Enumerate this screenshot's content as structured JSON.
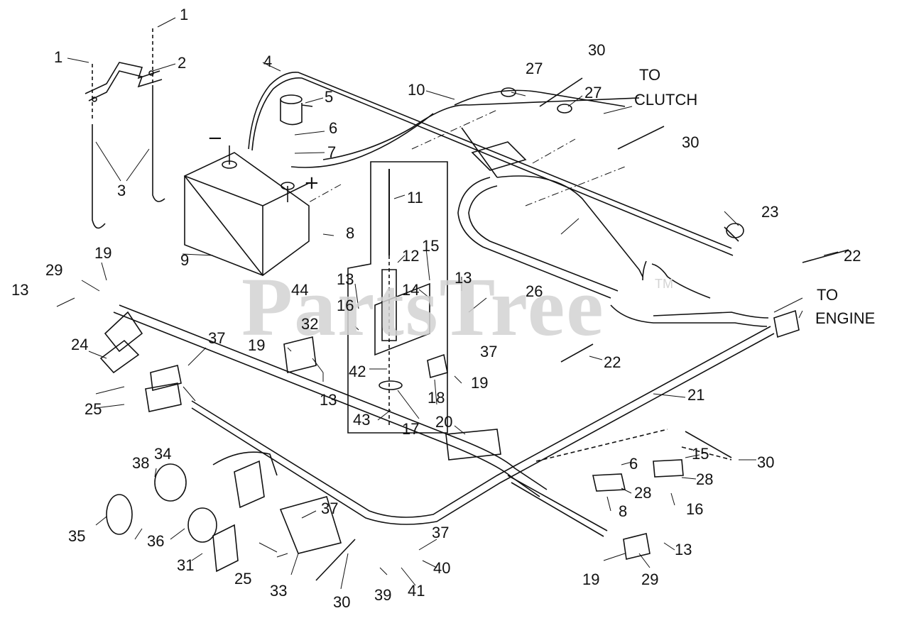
{
  "watermark": {
    "text": "PartsTree",
    "trademark": "TM"
  },
  "battery_terminals": {
    "negative": "−",
    "positive": "+"
  },
  "callouts": {
    "to_clutch": [
      "TO",
      "CLUTCH"
    ],
    "to_engine": [
      "TO",
      "ENGINE"
    ]
  },
  "part_numbers": {
    "p1a": "1",
    "p1b": "1",
    "p2": "2",
    "p3": "3",
    "p4": "4",
    "p5": "5",
    "p6a": "6",
    "p7": "7",
    "p8a": "8",
    "p9": "9",
    "p10": "10",
    "p11": "11",
    "p12": "12",
    "p13a": "13",
    "p13b": "13",
    "p13c": "13",
    "p13d": "13",
    "p13e": "13",
    "p14": "14",
    "p15a": "15",
    "p15b": "15",
    "p16a": "16",
    "p16b": "16",
    "p17": "17",
    "p18": "18",
    "p19a": "19",
    "p19b": "19",
    "p19c": "19",
    "p19d": "19",
    "p20": "20",
    "p21": "21",
    "p22a": "22",
    "p22b": "22",
    "p23": "23",
    "p24": "24",
    "p25a": "25",
    "p25b": "25",
    "p26": "26",
    "p27a": "27",
    "p27b": "27",
    "p28a": "28",
    "p28b": "28",
    "p29a": "29",
    "p29b": "29",
    "p30a": "30",
    "p30b": "30",
    "p30c": "30",
    "p30d": "30",
    "p31": "31",
    "p32": "32",
    "p33": "33",
    "p34": "34",
    "p35": "35",
    "p36": "36",
    "p37a": "37",
    "p37b": "37",
    "p37c": "37",
    "p37d": "37",
    "p38": "38",
    "p39": "39",
    "p40": "40",
    "p41": "41",
    "p42": "42",
    "p43": "43",
    "p44": "44",
    "p6b": "6",
    "p8b": "8"
  }
}
